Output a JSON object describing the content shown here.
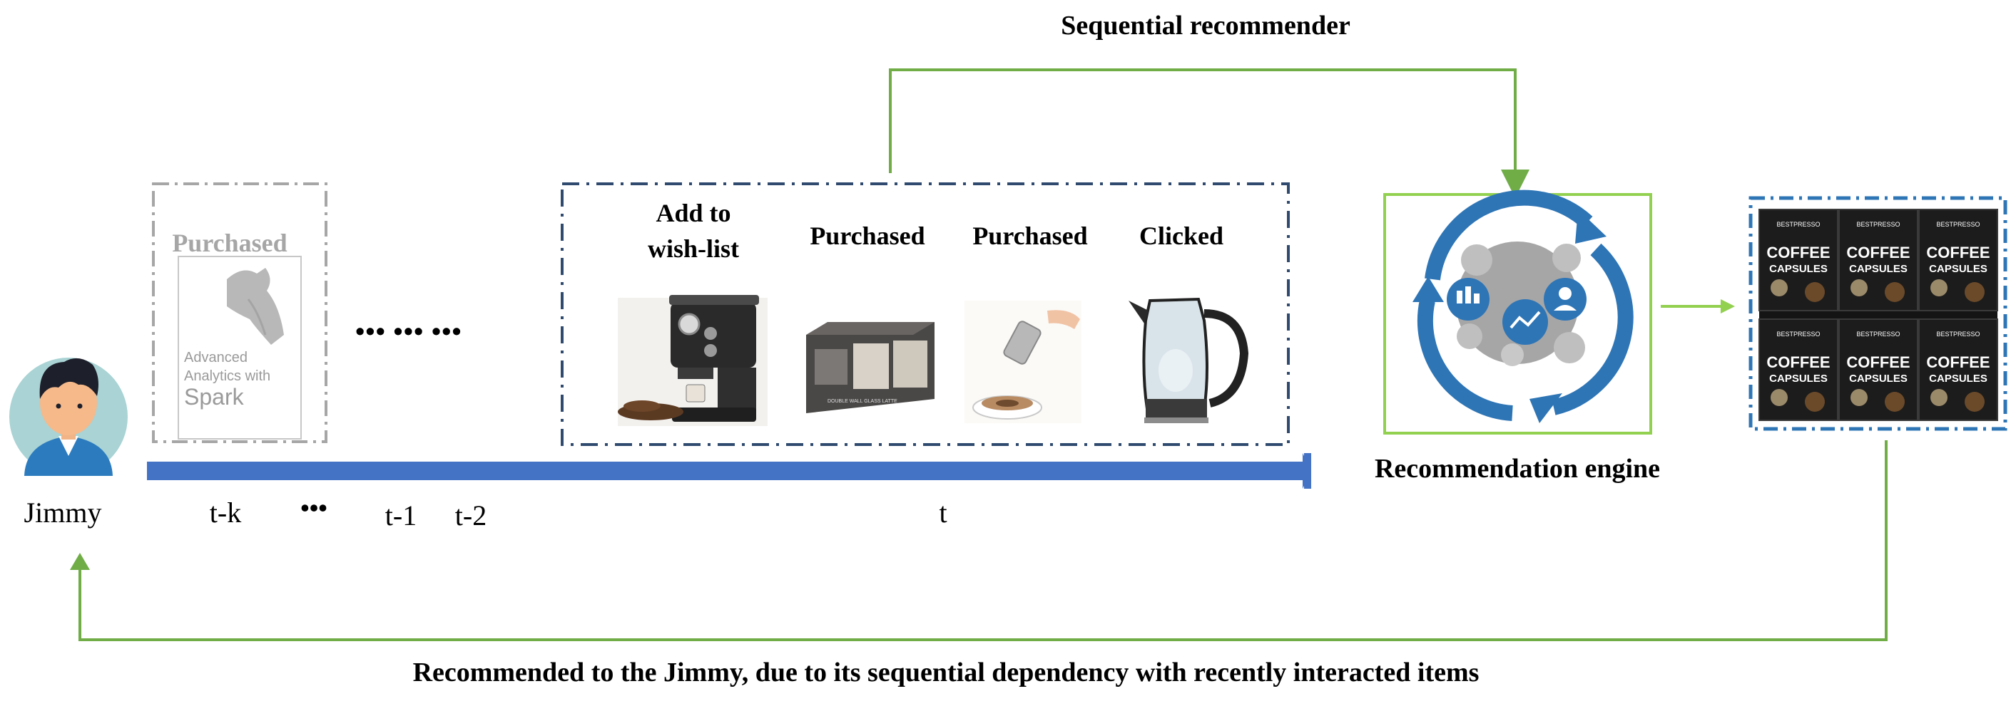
{
  "title": "Sequential recommender",
  "user": {
    "name": "Jimmy"
  },
  "history_item": {
    "action": "Purchased",
    "book_line1": "Advanced",
    "book_line2": "Analytics with",
    "book_line3": "Spark"
  },
  "ellipsis": "••• ••• •••",
  "recent_items": [
    {
      "action_line1": "Add to",
      "action_line2": "wish-list",
      "item": "espresso-machine"
    },
    {
      "action": "Purchased",
      "item": "glass-box",
      "box_text": "DOUBLE WALL GLASS LATTE"
    },
    {
      "action": "Purchased",
      "item": "cocoa-shaker"
    },
    {
      "action": "Clicked",
      "item": "kettle"
    }
  ],
  "timeline": {
    "t_k": "t-k",
    "dots": "•••",
    "t_1": "t-1",
    "t_2": "t-2",
    "t": "t"
  },
  "engine": {
    "label": "Recommendation engine"
  },
  "recommended": {
    "brand": "BESTPRESSO",
    "line1": "COFFEE",
    "line2": "CAPSULES"
  },
  "feedback": "Recommended to the Jimmy, due to its sequential dependency with recently interacted items",
  "colors": {
    "green_arrow": "#70ad47",
    "light_green": "#92d050",
    "timeline_blue": "#4472c4",
    "navy_dash": "#2f4a6e",
    "gear_blue": "#2e75b6",
    "gray_dash": "#a6a6a6"
  }
}
